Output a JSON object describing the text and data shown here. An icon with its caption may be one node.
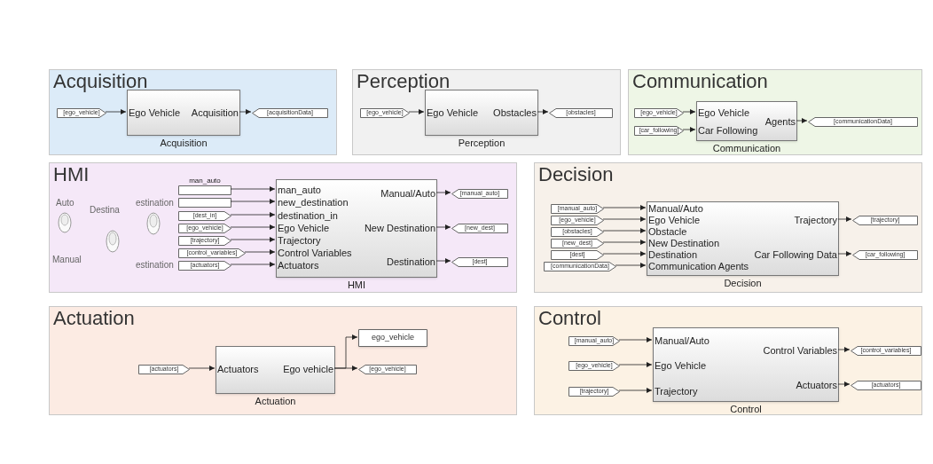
{
  "diagram": {
    "nodes": [
      {
        "text": [
          "Acquisition"
        ]
      },
      {
        "text": [],
        "shape": "box",
        "in": 0,
        "beside": [
          "Acquisition"
        ]
      },
      {
        "text": [
          "Ego Vehicle"
        ],
        "in": 1
      },
      {
        "text": [
          "Acquisition"
        ],
        "in": 1
      },
      {
        "text": [
          "[ego_vehicle]"
        ],
        "in": 0
      },
      {
        "text": [
          "[acquisitionData]"
        ],
        "in": 0
      },
      {
        "text": [
          "Perception"
        ]
      },
      {
        "text": [],
        "shape": "box",
        "in": 6,
        "beside": [
          "Perception"
        ]
      },
      {
        "text": [
          "Ego Vehicle"
        ],
        "in": 7
      },
      {
        "text": [
          "Obstacles"
        ],
        "in": 7
      },
      {
        "text": [
          "[ego_vehicle]"
        ],
        "in": 6
      },
      {
        "text": [
          "[obstacles]"
        ],
        "in": 6
      },
      {
        "text": [
          "Communication"
        ]
      },
      {
        "text": [],
        "shape": "box",
        "in": 12,
        "beside": [
          "Communication"
        ]
      },
      {
        "text": [
          "Ego Vehicle"
        ],
        "in": 13
      },
      {
        "text": [
          "Car Following"
        ],
        "in": 13
      },
      {
        "text": [
          "Agents"
        ],
        "in": 13
      },
      {
        "text": [
          "[ego_vehicle]"
        ],
        "in": 12
      },
      {
        "text": [
          "[car_following]"
        ],
        "in": 12
      },
      {
        "text": [
          "[communicationData]"
        ],
        "in": 12
      },
      {
        "text": [
          "HMI"
        ]
      },
      {
        "text": [],
        "shape": "box",
        "in": 20,
        "beside": [
          "HMI"
        ]
      },
      {
        "text": [
          "man_auto"
        ],
        "in": 21
      },
      {
        "text": [
          "new_destination"
        ],
        "in": 21
      },
      {
        "text": [
          "destination_in"
        ],
        "in": 21
      },
      {
        "text": [
          "Ego Vehicle"
        ],
        "in": 21
      },
      {
        "text": [
          "Trajectory"
        ],
        "in": 21
      },
      {
        "text": [
          "Control Variables"
        ],
        "in": 21
      },
      {
        "text": [
          "Actuators"
        ],
        "in": 21
      },
      {
        "text": [
          "Manual/Auto"
        ],
        "in": 21
      },
      {
        "text": [
          "New Destination"
        ],
        "in": 21
      },
      {
        "text": [
          "Destination"
        ],
        "in": 21
      },
      {
        "text": [],
        "shape": "box",
        "in": 20,
        "beside": [
          "man_auto"
        ]
      },
      {
        "text": [],
        "shape": "box",
        "in": 20
      },
      {
        "text": [
          "[dest_in]"
        ],
        "in": 20
      },
      {
        "text": [
          "[ego_vehicle]"
        ],
        "in": 20
      },
      {
        "text": [
          "[trajectory]"
        ],
        "in": 20
      },
      {
        "text": [
          "[control_variables]"
        ],
        "in": 20
      },
      {
        "text": [
          "[actuators]"
        ],
        "in": 20
      },
      {
        "text": [
          "[manual_auto]"
        ],
        "in": 20
      },
      {
        "text": [
          "[new_dest]"
        ],
        "in": 20
      },
      {
        "text": [
          "[dest]"
        ],
        "in": 20
      },
      {
        "text": [
          "Decision"
        ]
      },
      {
        "text": [],
        "shape": "box",
        "in": 42,
        "beside": [
          "Decision"
        ]
      },
      {
        "text": [
          "Manual/Auto"
        ],
        "in": 43
      },
      {
        "text": [
          "Ego Vehicle"
        ],
        "in": 43
      },
      {
        "text": [
          "Obstacle"
        ],
        "in": 43
      },
      {
        "text": [
          "New Destination"
        ],
        "in": 43
      },
      {
        "text": [
          "Destination"
        ],
        "in": 43
      },
      {
        "text": [
          "Communication Agents"
        ],
        "in": 43
      },
      {
        "text": [
          "Trajectory"
        ],
        "in": 43
      },
      {
        "text": [
          "Car Following Data"
        ],
        "in": 43
      },
      {
        "text": [
          "[manual_auto]"
        ],
        "in": 42
      },
      {
        "text": [
          "[ego_vehicle]"
        ],
        "in": 42
      },
      {
        "text": [
          "[obstacles]"
        ],
        "in": 42
      },
      {
        "text": [
          "[new_dest]"
        ],
        "in": 42
      },
      {
        "text": [
          "[dest]"
        ],
        "in": 42
      },
      {
        "text": [
          "[communicationData]"
        ],
        "in": 42
      },
      {
        "text": [
          "[trajectory]"
        ],
        "in": 42
      },
      {
        "text": [
          "[car_following]"
        ],
        "in": 42
      },
      {
        "text": [
          "Actuation"
        ]
      },
      {
        "text": [],
        "shape": "box",
        "in": 60,
        "beside": [
          "Actuation"
        ]
      },
      {
        "text": [
          "Actuators"
        ],
        "in": 61
      },
      {
        "text": [
          "Ego vehicle"
        ],
        "in": 61
      },
      {
        "text": [
          "[actuators]"
        ],
        "in": 60
      },
      {
        "text": [
          "ego_vehicle"
        ],
        "in": 60
      },
      {
        "text": [
          "[ego_vehicle]"
        ],
        "in": 60
      },
      {
        "text": [
          "Control"
        ]
      },
      {
        "text": [],
        "shape": "box",
        "in": 67,
        "beside": [
          "Control"
        ]
      },
      {
        "text": [
          "Manual/Auto"
        ],
        "in": 68
      },
      {
        "text": [
          "Ego Vehicle"
        ],
        "in": 68
      },
      {
        "text": [
          "Trajectory"
        ],
        "in": 68
      },
      {
        "text": [
          "Control Variables"
        ],
        "in": 68
      },
      {
        "text": [
          "Actuators"
        ],
        "in": 68
      },
      {
        "text": [
          "[manual_auto]"
        ],
        "in": 67
      },
      {
        "text": [
          "[ego_vehicle]"
        ],
        "in": 67
      },
      {
        "text": [
          "[trajectory]"
        ],
        "in": 67
      },
      {
        "text": [
          "[control_variables]"
        ],
        "in": 67
      },
      {
        "text": [
          "[actuators]"
        ],
        "in": 67
      }
    ],
    "edges": [
      {
        "from": 4,
        "to": 2,
        "arrow": "to"
      },
      {
        "from": 3,
        "to": 5,
        "arrow": "to"
      },
      {
        "from": 10,
        "to": 8,
        "arrow": "to"
      },
      {
        "from": 9,
        "to": 11,
        "arrow": "to"
      },
      {
        "from": 17,
        "to": 14,
        "arrow": "to"
      },
      {
        "from": 18,
        "to": 15,
        "arrow": "to"
      },
      {
        "from": 16,
        "to": 19,
        "arrow": "to"
      },
      {
        "from": 32,
        "to": 22,
        "arrow": "to"
      },
      {
        "from": 33,
        "to": 23,
        "arrow": "to"
      },
      {
        "from": 34,
        "to": 24,
        "arrow": "to"
      },
      {
        "from": 35,
        "to": 25,
        "arrow": "to"
      },
      {
        "from": 36,
        "to": 26,
        "arrow": "to"
      },
      {
        "from": 37,
        "to": 27,
        "arrow": "to"
      },
      {
        "from": 38,
        "to": 28,
        "arrow": "to"
      },
      {
        "from": 29,
        "to": 39,
        "arrow": "to"
      },
      {
        "from": 30,
        "to": 40,
        "arrow": "to"
      },
      {
        "from": 31,
        "to": 41,
        "arrow": "to"
      },
      {
        "from": 52,
        "to": 44,
        "arrow": "to"
      },
      {
        "from": 53,
        "to": 45,
        "arrow": "to"
      },
      {
        "from": 54,
        "to": 46,
        "arrow": "to"
      },
      {
        "from": 55,
        "to": 47,
        "arrow": "to"
      },
      {
        "from": 56,
        "to": 48,
        "arrow": "to"
      },
      {
        "from": 57,
        "to": 49,
        "arrow": "to"
      },
      {
        "from": 50,
        "to": 58,
        "arrow": "to"
      },
      {
        "from": 51,
        "to": 59,
        "arrow": "to"
      },
      {
        "from": 64,
        "to": 62,
        "arrow": "to"
      },
      {
        "from": 63,
        "to": 65,
        "arrow": "to"
      },
      {
        "from": 63,
        "to": 66,
        "arrow": "to"
      },
      {
        "from": 74,
        "to": 69,
        "arrow": "to"
      },
      {
        "from": 75,
        "to": 70,
        "arrow": "to"
      },
      {
        "from": 76,
        "to": 71,
        "arrow": "to"
      },
      {
        "from": 72,
        "to": 77,
        "arrow": "to"
      },
      {
        "from": 73,
        "to": 78,
        "arrow": "to"
      }
    ],
    "labels": [
      "Auto",
      "Manual",
      "Destina",
      "estination",
      "estination"
    ]
  }
}
